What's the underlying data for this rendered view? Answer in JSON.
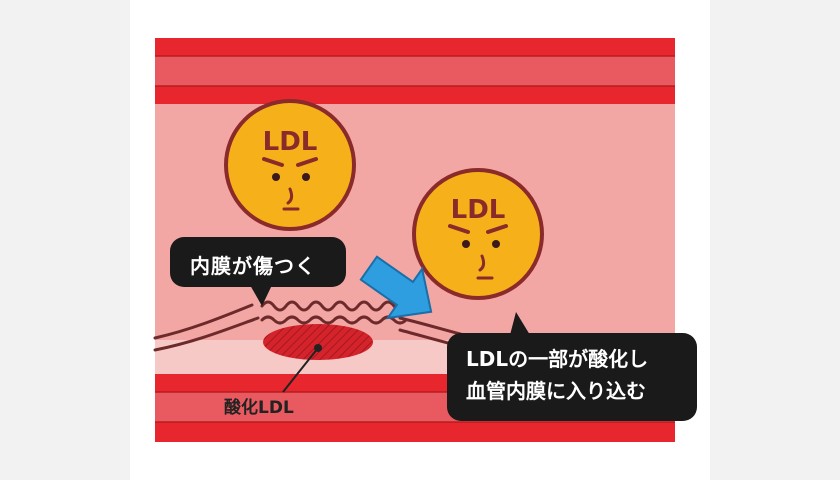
{
  "diagram": {
    "ldl_face_label": "LDL",
    "callout_damage": "内膜が傷つく",
    "callout_oxidize_line1": "LDLの一部が酸化し",
    "callout_oxidize_line2": "血管内膜に入り込む",
    "oxidized_label": "酸化LDL",
    "colors": {
      "vessel_wall": "#e8262e",
      "vessel_wall_inner": "#e85a5f",
      "vessel_lumen": "#f2a7a4",
      "ldl_face": "#f5b01a",
      "outline": "#8b2a2a",
      "bubble": "#1a1a1a",
      "arrow": "#2f9ee0",
      "oxidized": "#d5232b"
    },
    "icons": [
      "ldl-face-icon",
      "arrow-icon",
      "oxidized-ldl-icon"
    ]
  }
}
